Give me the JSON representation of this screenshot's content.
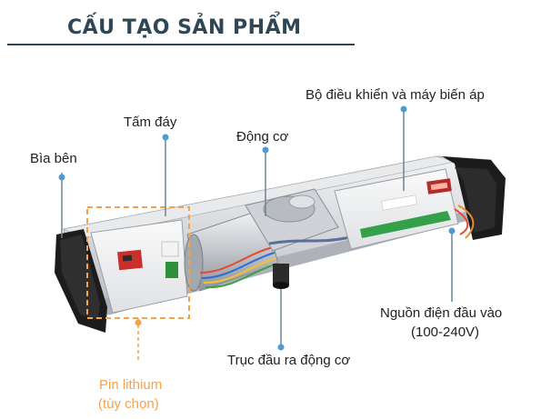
{
  "title": "CẤU TẠO SẢN PHẨM",
  "labels": {
    "side_cover": "Bìa bên",
    "base_plate": "Tấm đáy",
    "motor": "Động cơ",
    "controller": "Bộ điều khiển và máy biến áp",
    "power_input": "Nguồn điện đầu vào",
    "power_range": "(100-240V)",
    "motor_shaft": "Trục đầu ra động cơ",
    "battery": "Pin lithium",
    "battery_optional": "(tùy chọn)"
  },
  "colors": {
    "title": "#2f4656",
    "leader_line": "#6a8594",
    "leader_dot": "#4f9ad0",
    "battery_highlight": "#f5a14e",
    "end_cap": "#1c1c1c",
    "housing": "#d8dade"
  }
}
